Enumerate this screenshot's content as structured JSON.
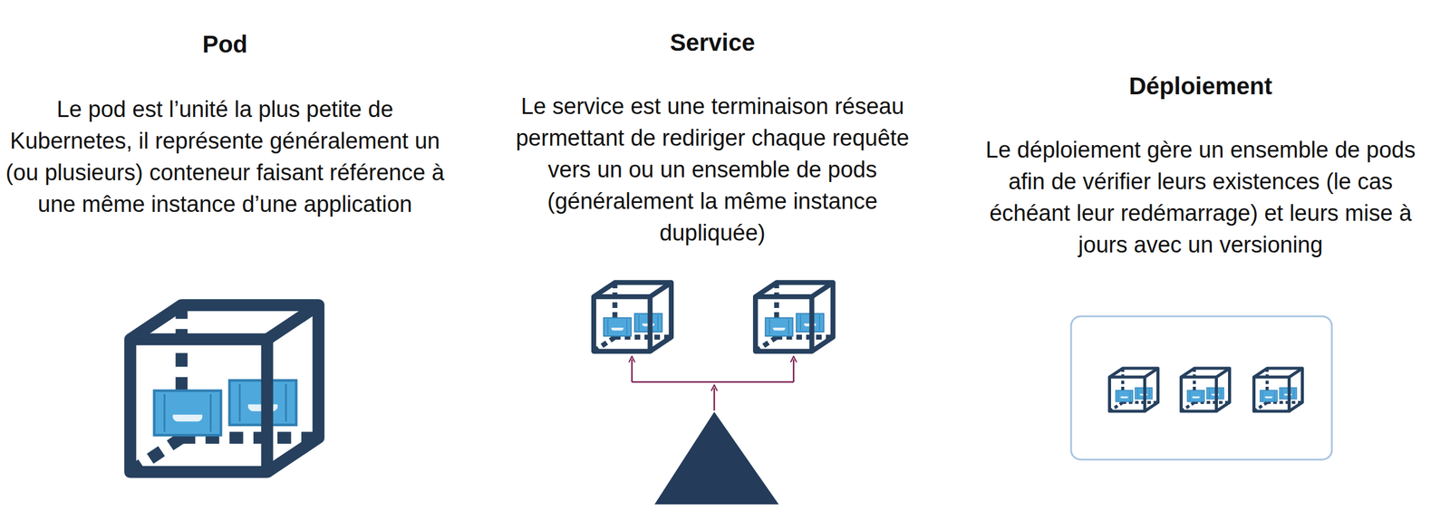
{
  "diagram": {
    "labels": [
      "Pod",
      "Le pod est l’unité la plus petite de Kubernetes, il représente généralement un (ou plusieurs) conteneur faisant référence à une même instance d’une application",
      "Service",
      "Le service est une terminaison réseau permettant de rediriger chaque requête vers un ou un ensemble de pods (généralement la même instance dupliquée)",
      "Déploiement",
      "Le déploiement gère un ensemble de pods afin de vérifier leurs existences (le cas échéant leur redémarrage) et leurs mise à jours avec un versioning"
    ]
  }
}
